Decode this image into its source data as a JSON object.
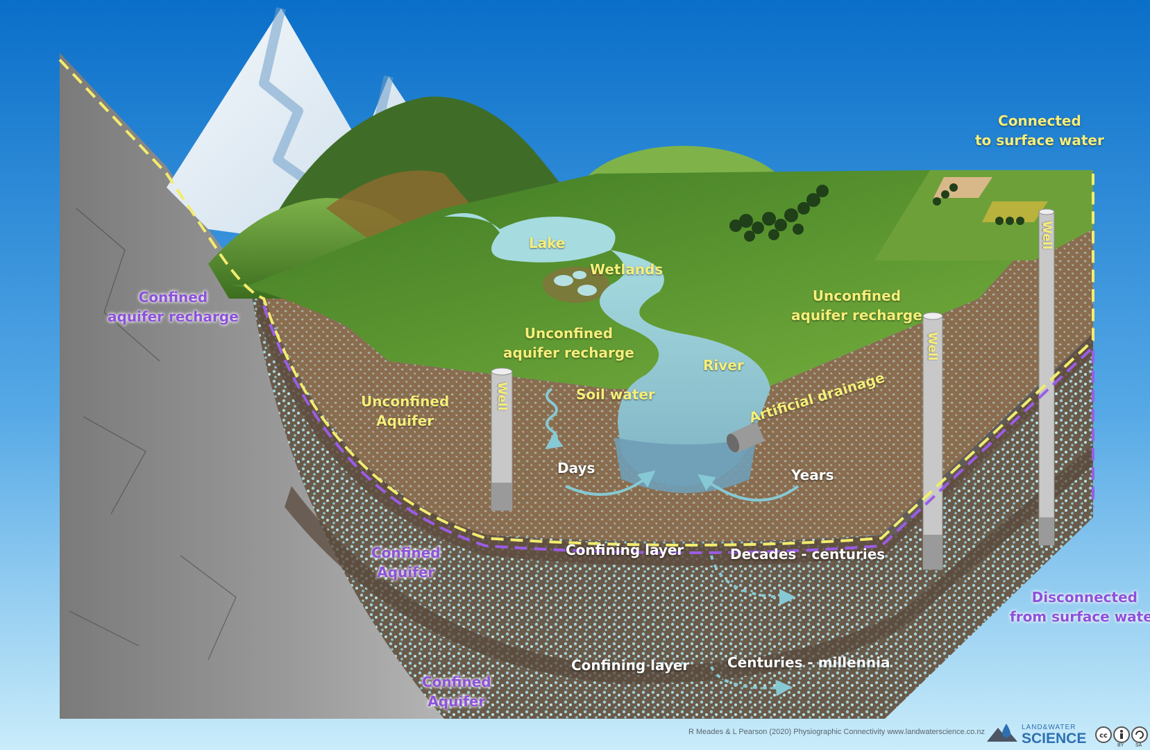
{
  "labels": {
    "lake": "Lake",
    "wetlands": "Wetlands",
    "unconfined_recharge_left": [
      "Unconfined",
      "aquifer recharge"
    ],
    "unconfined_recharge_right": [
      "Unconfined",
      "aquifer recharge"
    ],
    "river": "River",
    "soil_water": "Soil water",
    "unconfined_aquifer": [
      "Unconfined",
      "Aquifer"
    ],
    "artificial_drainage": "Artificial drainage",
    "days": "Days",
    "years": "Years",
    "confined_recharge": [
      "Confined",
      "aquifer recharge"
    ],
    "confined_aquifer_1": [
      "Confined",
      "Aquifer"
    ],
    "confined_aquifer_2": [
      "Confined",
      "Aquifer"
    ],
    "confining_layer_1": "Confining layer",
    "confining_layer_2": "Confining layer",
    "decades_centuries": "Decades - centuries",
    "centuries_millennia": "Centuries - millennia",
    "connected": [
      "Connected",
      "to surface water"
    ],
    "disconnected": [
      "Disconnected",
      "from surface water"
    ],
    "well": "Well"
  },
  "credit": "R Meades & L Pearson (2020) Physiographic Connectivity www.landwaterscience.co.nz",
  "brand": {
    "top": "LAND&WATER",
    "bottom": "SCIENCE"
  },
  "license": {
    "by": "BY",
    "sa": "SA"
  },
  "colors": {
    "connected_line": "#f3ec6e",
    "disconnected_line": "#9b5de5",
    "water": "#a6dbe0",
    "grass": "#4f8a2e",
    "sky_top": "#0a6fc9",
    "sky_bottom": "#bfe6f8"
  },
  "icons": {
    "flow_arrows": "curved-arrow-icon",
    "well": "well-pipe-icon",
    "license": "creative-commons-icon"
  }
}
